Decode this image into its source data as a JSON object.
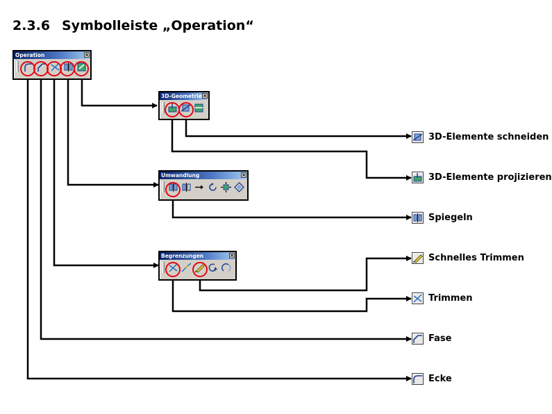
{
  "section": {
    "number": "2.3.6",
    "title": "Symbolleiste „Operation“"
  },
  "toolbars": {
    "operation": {
      "title": "Operation",
      "close": "×"
    },
    "geometrie": {
      "title": "3D-Geometrie",
      "close": "×"
    },
    "umwandlung": {
      "title": "Umwandlung",
      "close": "×"
    },
    "begrenzungen": {
      "title": "Begrenzungen",
      "close": "×"
    }
  },
  "results": [
    {
      "label": "3D-Elemente schneiden",
      "icon": "cut-3d-icon"
    },
    {
      "label": "3D-Elemente projizieren",
      "icon": "project-3d-icon"
    },
    {
      "label": "Spiegeln",
      "icon": "mirror-icon"
    },
    {
      "label": "Schnelles Trimmen",
      "icon": "quick-trim-icon"
    },
    {
      "label": "Trimmen",
      "icon": "trim-icon"
    },
    {
      "label": "Fase",
      "icon": "chamfer-icon"
    },
    {
      "label": "Ecke",
      "icon": "corner-icon"
    }
  ],
  "colors": {
    "highlight": "#e30613",
    "connector": "#000000",
    "titlebar": "#0a246a"
  }
}
